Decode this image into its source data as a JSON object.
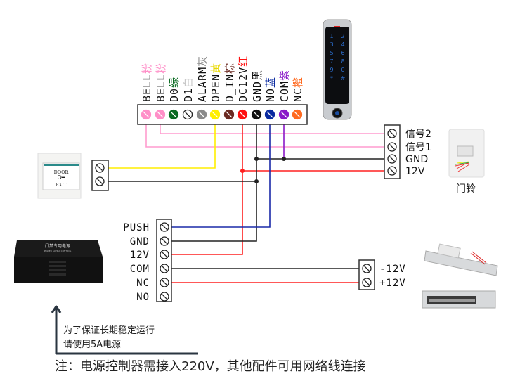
{
  "controller_terminals": [
    {
      "name": "BELL",
      "color_word": "粉",
      "color": "#ff8fc8"
    },
    {
      "name": "BELL",
      "color_word": "粉",
      "color": "#ff8fc8"
    },
    {
      "name": "D0",
      "color_word": "绿",
      "color": "#0b6b22"
    },
    {
      "name": "D1",
      "color_word": "白",
      "color": "#ffffff"
    },
    {
      "name": "ALARM",
      "color_word": "灰",
      "color": "#8a8a8a"
    },
    {
      "name": "OPEN",
      "color_word": "黄",
      "color": "#ffee00"
    },
    {
      "name": "D_IN",
      "color_word": "棕",
      "color": "#6b2a22"
    },
    {
      "name": "DC12V",
      "color_word": "红",
      "color": "#ff1010"
    },
    {
      "name": "GND",
      "color_word": "黑",
      "color": "#111111"
    },
    {
      "name": "NO",
      "color_word": "蓝",
      "color": "#0a2aa0"
    },
    {
      "name": "COM",
      "color_word": "紫",
      "color": "#8a18c8"
    },
    {
      "name": "NC",
      "color_word": "橙",
      "color": "#ff6a20"
    }
  ],
  "color_word_text_colors": [
    "#ff8fc8",
    "#ff8fc8",
    "#0b6b22",
    "#c8c8c8",
    "#8a8a8a",
    "#e8d800",
    "#6b2a22",
    "#ff1010",
    "#111111",
    "#0a2aa0",
    "#8a18c8",
    "#ff6a20"
  ],
  "doorbell": {
    "terminals": [
      "信号2",
      "信号1",
      "GND",
      "12V"
    ],
    "label": "门铃"
  },
  "exit_button": {
    "top_text": "DOOR",
    "bottom_text": "EXIT"
  },
  "power_supply": {
    "terminals": [
      "PUSH",
      "GND",
      "12V",
      "COM",
      "NC",
      "NO"
    ],
    "title": "门禁专用电源",
    "subtitle": "POWER SUPPLY CONTROL"
  },
  "lock": {
    "terminals": [
      "-12V",
      "+12V"
    ]
  },
  "keypad": {
    "keys": [
      "1",
      "2",
      "3",
      "4",
      "5",
      "6",
      "7",
      "8",
      "9",
      "0",
      "*",
      "#"
    ]
  },
  "notes": {
    "advice_line1": "为了保证长期稳定运行",
    "advice_line2": "请使用5A电源",
    "footer": "注：电源控制器需接入220V，其他配件可用网络线连接"
  },
  "wire_colors": {
    "pink": "#ff9ccf",
    "yellow": "#ffee00",
    "red": "#ff2020",
    "black": "#222222",
    "blue": "#1a2aa8",
    "purple": "#8a18c8"
  }
}
